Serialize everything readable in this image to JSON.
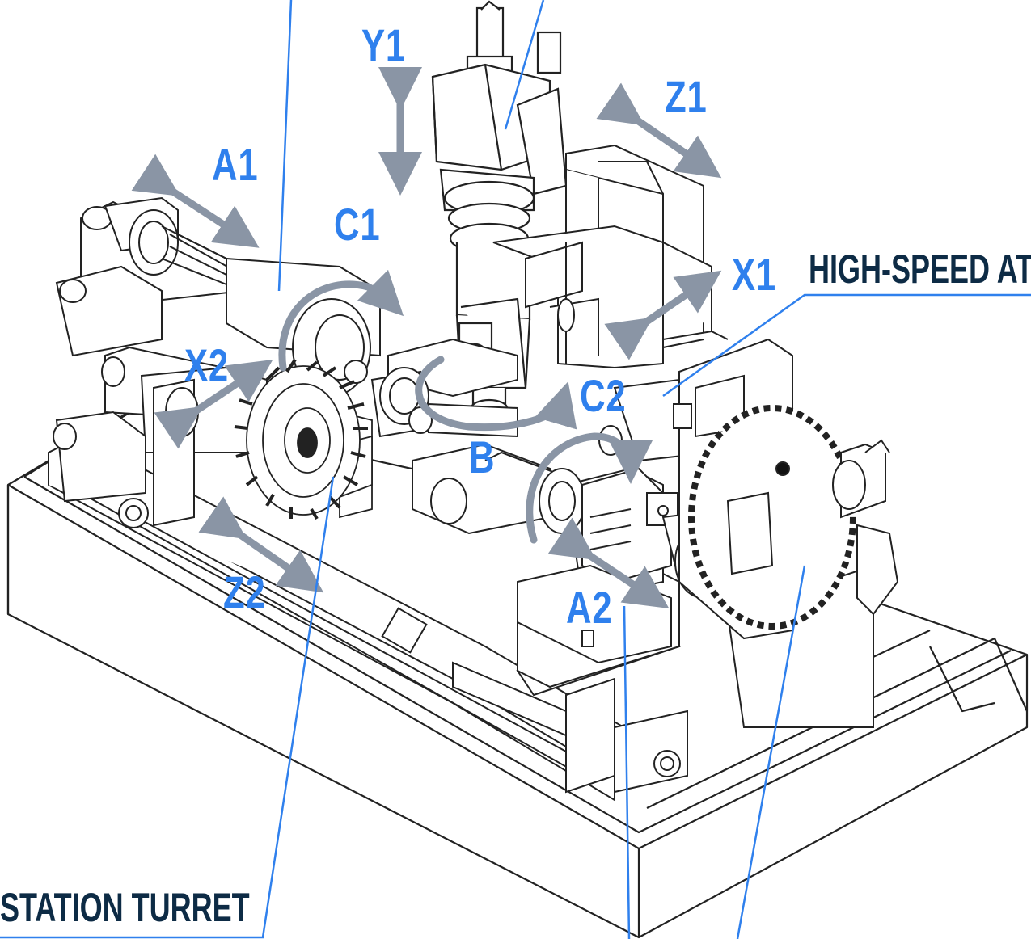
{
  "axes": {
    "y1": "Y1",
    "z1": "Z1",
    "a1": "A1",
    "c1": "C1",
    "x1": "X1",
    "x2": "X2",
    "c2": "C2",
    "b": "B",
    "z2": "Z2",
    "a2": "A2"
  },
  "callouts": {
    "atc": "HIGH-SPEED AT",
    "turret": "STATION TURRET"
  },
  "colors": {
    "axis_text": "#2f80ed",
    "callout_text": "#0d2b45",
    "leader_line": "#2f80ed",
    "motion_arrow": "#8a95a5",
    "machine_line": "#222222"
  }
}
